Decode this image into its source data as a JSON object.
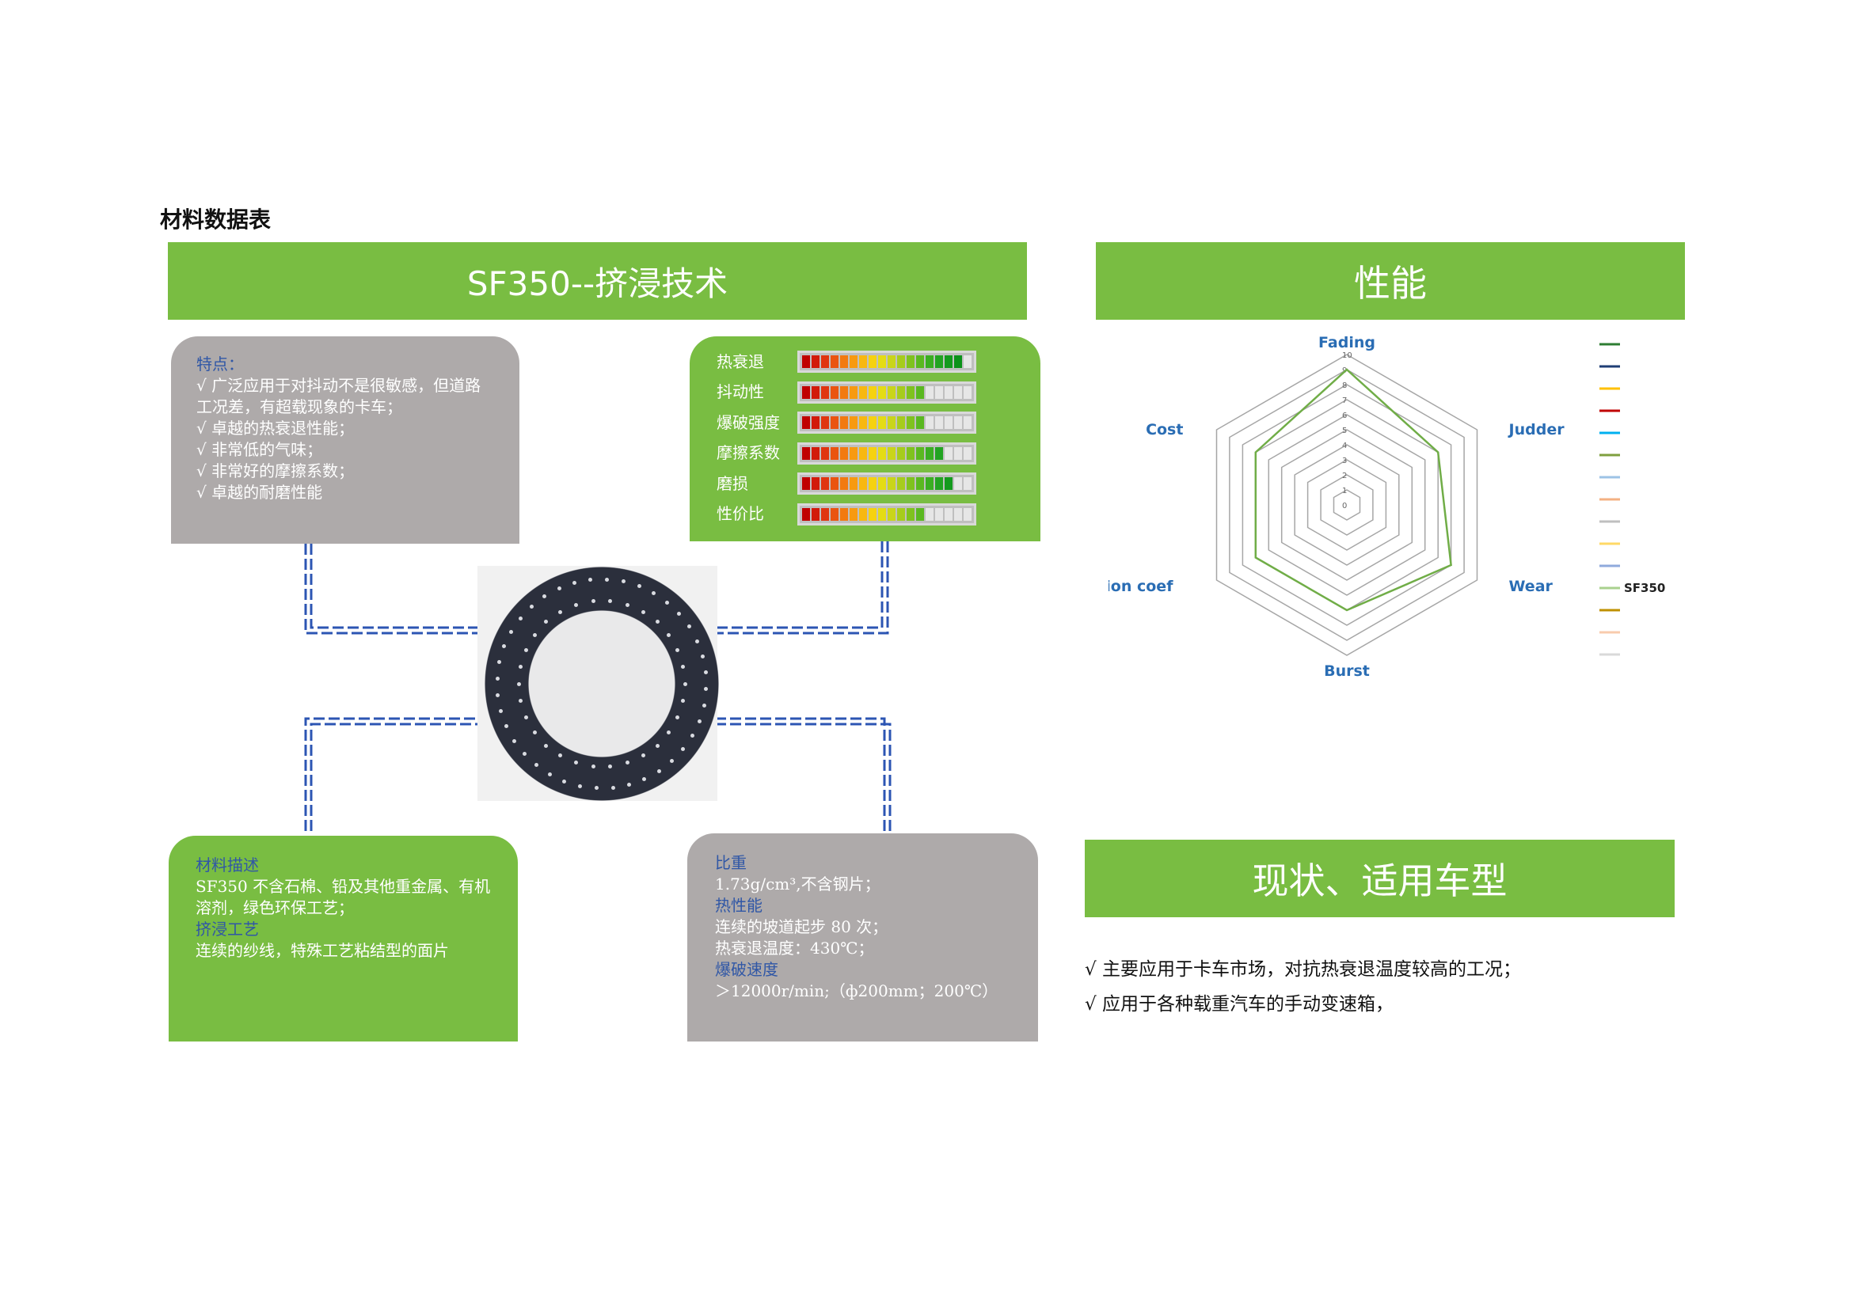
{
  "doc_title": "材料数据表",
  "banner_left": "SF350--挤浸技术",
  "banner_perf": "性能",
  "banner_status": "现状、适用车型",
  "features": {
    "heading": "特点：",
    "lines": [
      "√ 广泛应用于对抖动不是很敏感，但道路",
      "工况差，有超载现象的卡车；",
      "√ 卓越的热衰退性能；",
      "√ 非常低的气味；",
      "√ 非常好的摩擦系数；",
      "√ 卓越的耐磨性能"
    ]
  },
  "ratings": [
    {
      "label": "热衰退",
      "value": 17
    },
    {
      "label": "抖动性",
      "value": 13
    },
    {
      "label": "爆破强度",
      "value": 13
    },
    {
      "label": "摩擦系数",
      "value": 15
    },
    {
      "label": "磨损",
      "value": 16
    },
    {
      "label": "性价比",
      "value": 13
    }
  ],
  "ratings_total": 18,
  "description": {
    "heading1": "材料描述",
    "line1": "SF350 不含石棉、铅及其他重金属、有机",
    "line2": "溶剂，绿色环保工艺；",
    "heading2": "挤浸工艺",
    "line3": "连续的纱线，特殊工艺粘结型的面片"
  },
  "properties": {
    "h_density": "比重",
    "density": "1.73g/cm³,不含钢片；",
    "h_thermal": "热性能",
    "thermal1": "连续的坡道起步 80 次；",
    "thermal2": "热衰退温度：430℃；",
    "h_burst": "爆破速度",
    "burst": "＞12000r/min;（ф200mm；200℃）"
  },
  "chart_data": {
    "type": "radar",
    "axes": [
      "Fading",
      "Judder",
      "Wear",
      "Burst",
      "Friction coef",
      "Cost"
    ],
    "range": [
      0,
      10
    ],
    "ticks": [
      "0",
      "1",
      "2",
      "3",
      "4",
      "5",
      "6",
      "7",
      "8",
      "9",
      "10"
    ],
    "series": [
      {
        "name": "SF350",
        "values": [
          9,
          7,
          8,
          7,
          7,
          7
        ],
        "color": "#70ad47"
      }
    ],
    "legend_position": "right",
    "legend_colors": [
      "#2e7d32",
      "#1f3e75",
      "#ffc000",
      "#c00000",
      "#00b0f0",
      "#7f9f3f",
      "#9dc3e6",
      "#f4b183",
      "#bfbfbf",
      "#ffd966",
      "#8faadc",
      "#a9d18e",
      "#bf9000",
      "#f8cbad",
      "#d9d9d9"
    ]
  },
  "status": {
    "items": [
      "√  主要应用于卡车市场，对抗热衰退温度较高的工况；",
      "√  应用于各种载重汽车的手动变速箱，"
    ]
  }
}
